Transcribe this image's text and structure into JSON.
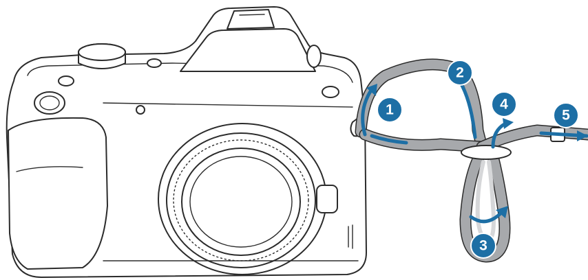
{
  "steps": [
    {
      "label": "1"
    },
    {
      "label": "2"
    },
    {
      "label": "3"
    },
    {
      "label": "4"
    },
    {
      "label": "5"
    }
  ],
  "colors": {
    "accent": "#1d6fa5",
    "strap": "#a7a9ac",
    "outline": "#2b2b2b"
  }
}
